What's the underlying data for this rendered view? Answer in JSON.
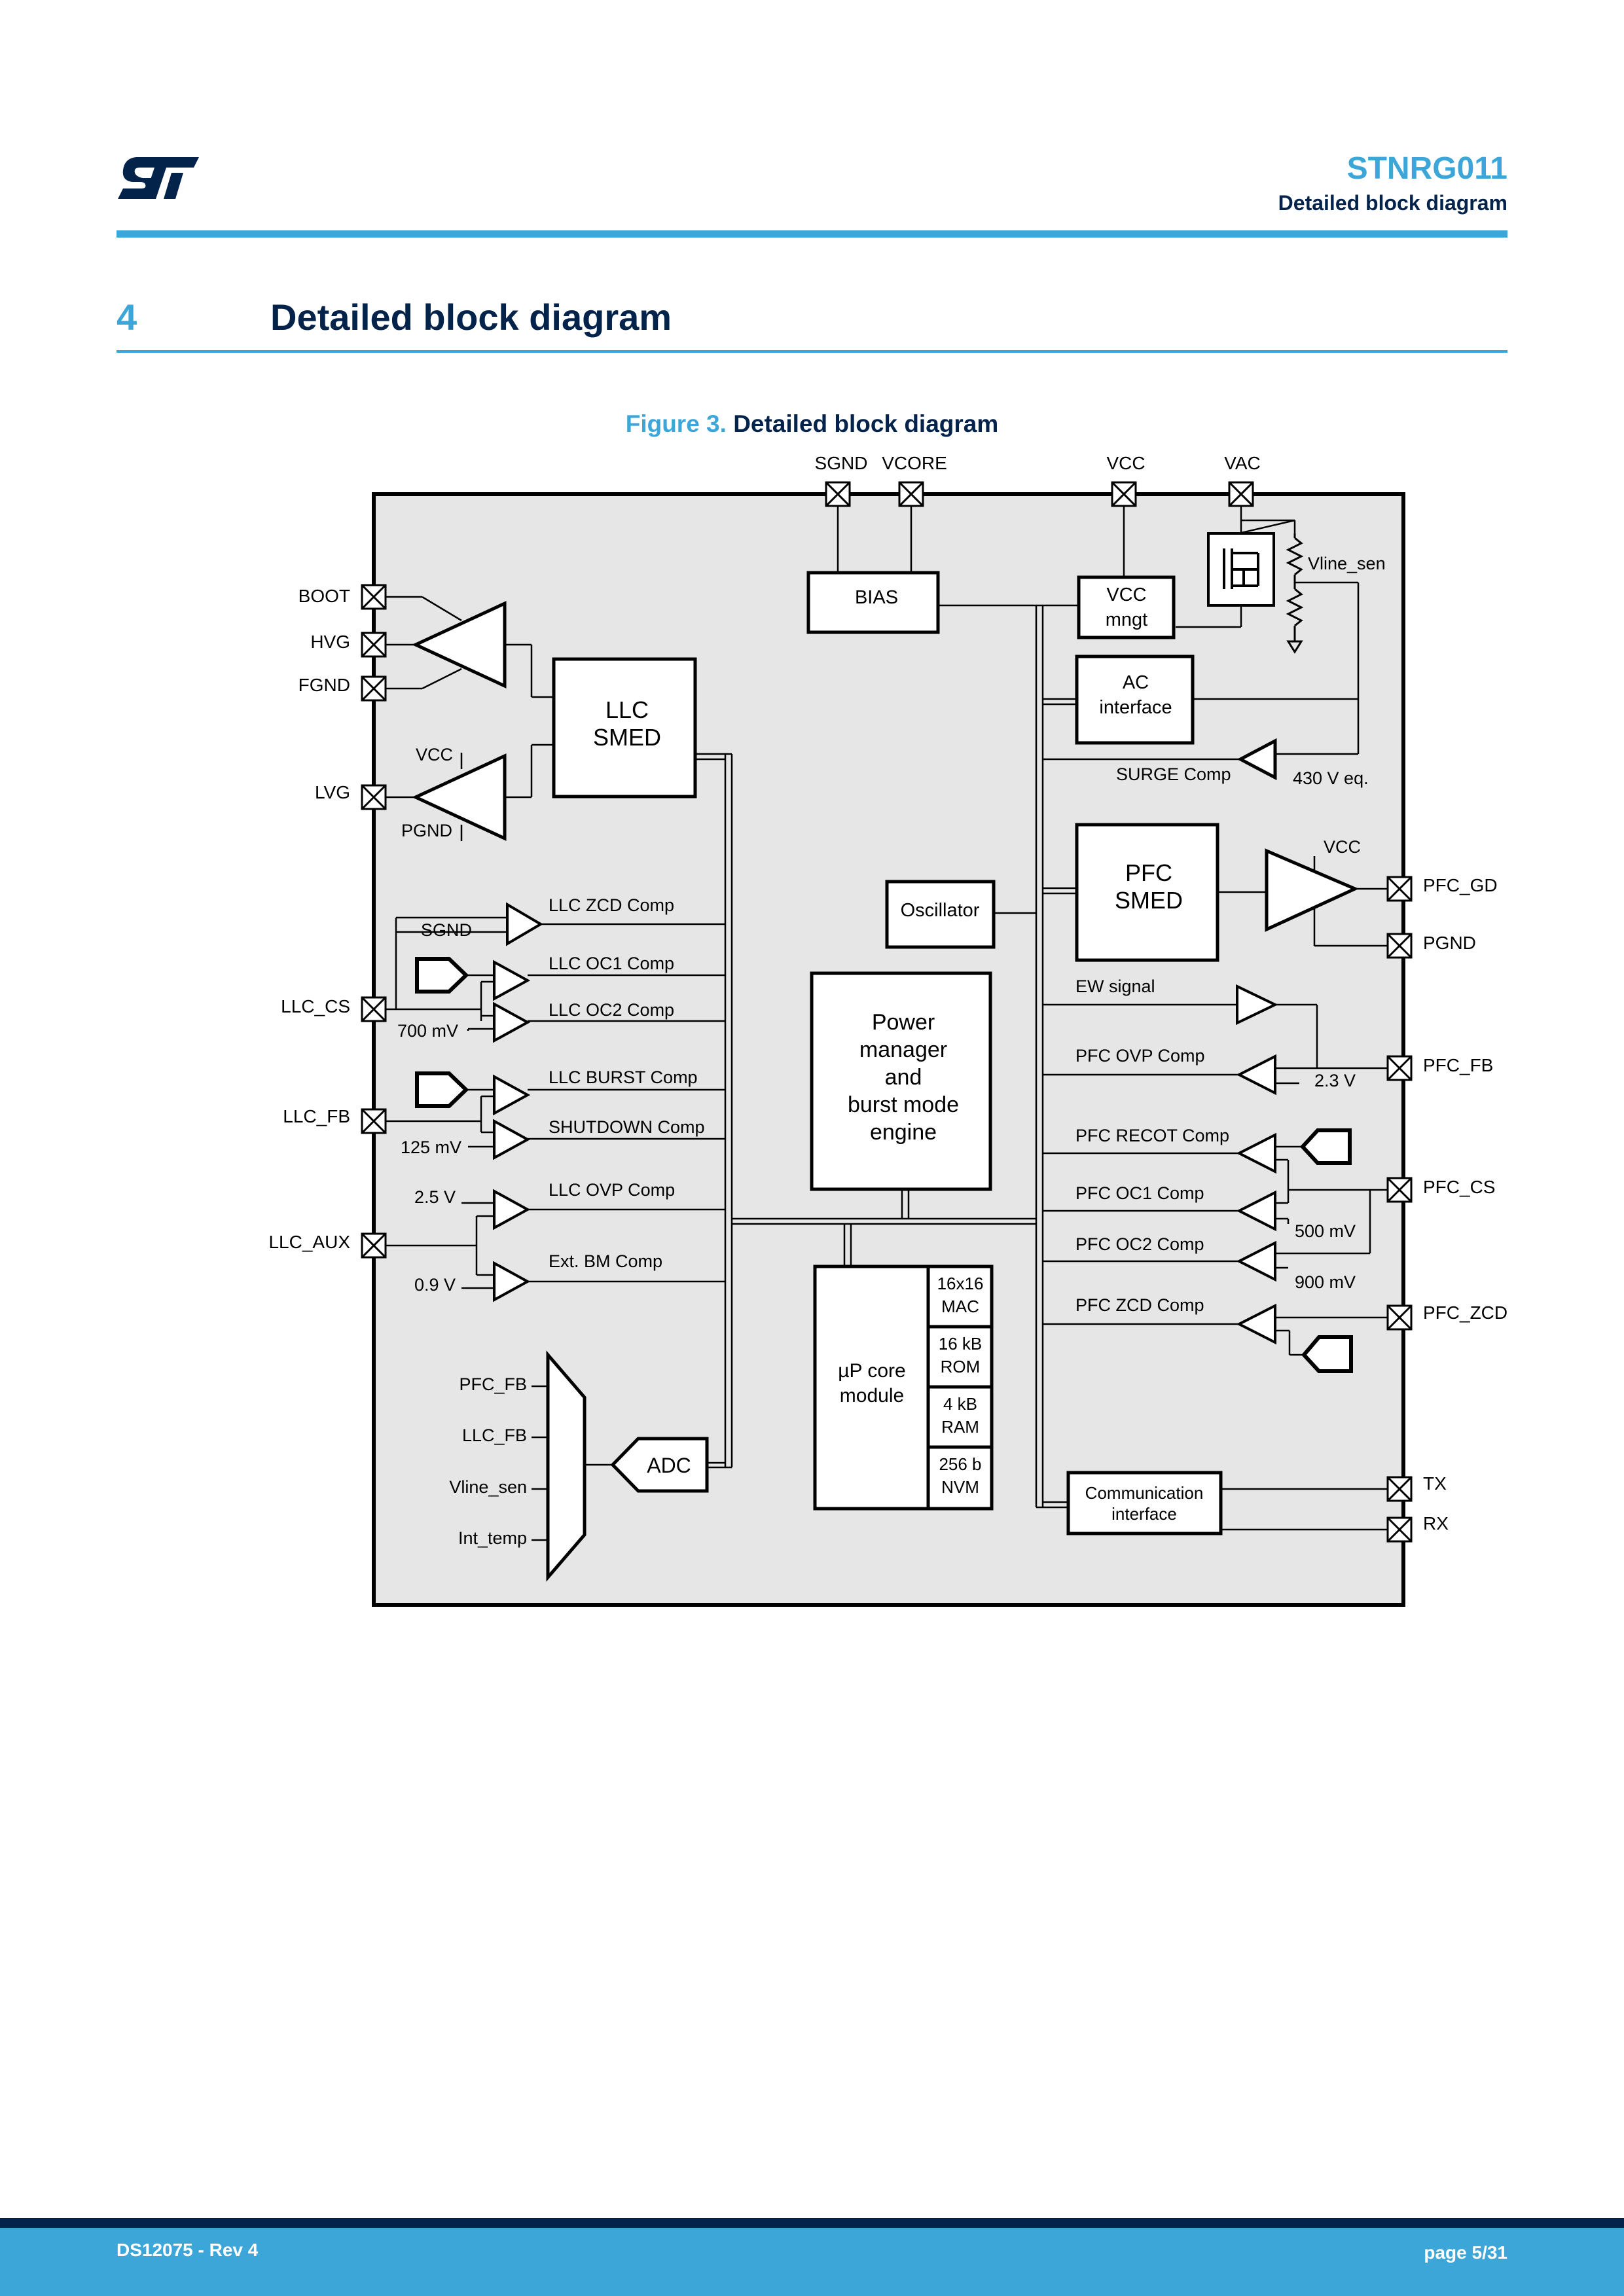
{
  "header": {
    "logo": "st-logo",
    "title": "STNRG011",
    "subtitle": "Detailed block diagram"
  },
  "section": {
    "number": "4",
    "title": "Detailed block diagram"
  },
  "figure": {
    "number": "Figure 3.",
    "title": "Detailed block diagram",
    "pins": {
      "sgnd": "SGND",
      "vcore": "VCORE",
      "vcc": "VCC",
      "vac": "VAC",
      "boot": "BOOT",
      "hvg": "HVG",
      "fgnd": "FGND",
      "lvg": "LVG",
      "llc_cs": "LLC_CS",
      "llc_fb": "LLC_FB",
      "llc_aux": "LLC_AUX",
      "pfc_gd": "PFC_GD",
      "pgnd": "PGND",
      "pfc_fb": "PFC_FB",
      "pfc_cs": "PFC_CS",
      "pfc_zcd": "PFC_ZCD",
      "tx": "TX",
      "rx": "RX"
    },
    "blocks": {
      "bias": "BIAS",
      "vcc_mngt": [
        "VCC",
        "mngt"
      ],
      "ac_interface": [
        "AC",
        "interface"
      ],
      "llc_smed": [
        "LLC",
        "SMED"
      ],
      "pfc_smed": [
        "PFC",
        "SMED"
      ],
      "oscillator": "Oscillator",
      "power_manager": [
        "Power",
        "manager",
        "and",
        "burst mode",
        "engine"
      ],
      "up_core": [
        "µP core",
        "module"
      ],
      "mac": [
        "16x16",
        "MAC"
      ],
      "rom": [
        "16 kB",
        "ROM"
      ],
      "ram": [
        "4 kB",
        "RAM"
      ],
      "nvm": [
        "256 b",
        "NVM"
      ],
      "comm": [
        "Communication",
        "interface"
      ],
      "adc": "ADC"
    },
    "labels": {
      "vline_sen": "Vline_sen",
      "surge_comp": "SURGE Comp",
      "v430": "430 V eq.",
      "vcc_llc": "VCC",
      "pgnd_llc": "PGND",
      "vcc_pfc": "VCC",
      "llc_zcd_comp": "LLC ZCD Comp",
      "sgnd_in": "SGND",
      "llc_oc1_comp": "LLC OC1 Comp",
      "llc_oc2_comp": "LLC OC2 Comp",
      "mv700": "700 mV",
      "llc_burst_comp": "LLC BURST Comp",
      "shutdown_comp": "SHUTDOWN Comp",
      "mv125": "125 mV",
      "v2_5": "2.5 V",
      "llc_ovp_comp": "LLC OVP Comp",
      "ext_bm_comp": "Ext. BM Comp",
      "v0_9": "0.9 V",
      "ew_signal": "EW signal",
      "pfc_ovp_comp": "PFC OVP Comp",
      "v2_3": "2.3 V",
      "pfc_recot_comp": "PFC RECOT Comp",
      "pfc_oc1_comp": "PFC OC1 Comp",
      "mv500": "500 mV",
      "pfc_oc2_comp": "PFC OC2 Comp",
      "mv900": "900 mV",
      "pfc_zcd_comp": "PFC ZCD Comp",
      "mux_pfc_fb": "PFC_FB",
      "mux_llc_fb": "LLC_FB",
      "mux_vline_sen": "Vline_sen",
      "mux_int_temp": "Int_temp"
    }
  },
  "footer": {
    "doc_id": "DS12075 - Rev 4",
    "page": "page 5/31"
  }
}
